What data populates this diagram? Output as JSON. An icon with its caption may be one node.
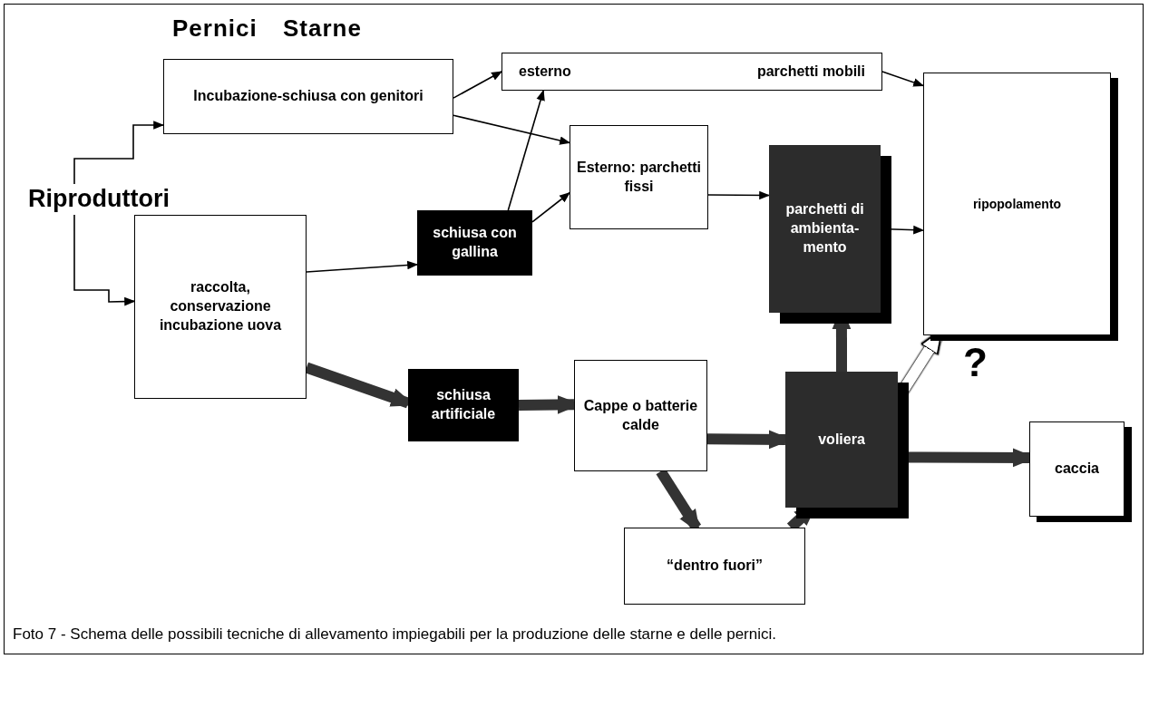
{
  "diagram": {
    "title": "Pernici Starne",
    "caption": "Foto 7 - Schema delle possibili tecniche di allevamento impiegabili per la produzione delle starne e delle pernici.",
    "nodes": [
      {
        "text": [
          "Incubazione-schiusa con genitori"
        ]
      },
      {
        "text": [
          "esterno",
          "parchetti mobili"
        ]
      },
      {
        "text": [
          "Riproduttori"
        ]
      },
      {
        "text": [
          "raccolta, conservazione incubazione uova"
        ]
      },
      {
        "text": [
          "schiusa con gallina"
        ]
      },
      {
        "text": [
          "Esterno: parchetti fissi"
        ]
      },
      {
        "text": [
          "parchetti di ambienta- mento"
        ]
      },
      {
        "text": [
          "ripopolamento"
        ]
      },
      {
        "text": [
          "schiusa artificiale"
        ]
      },
      {
        "text": [
          "Cappe o batterie calde"
        ]
      },
      {
        "text": [
          "voliera"
        ]
      },
      {
        "text": [
          "caccia"
        ]
      },
      {
        "text": [
          "“dentro fuori”"
        ]
      }
    ],
    "edges": [
      {
        "from": 0,
        "to": 1,
        "arrow": "to"
      },
      {
        "from": 0,
        "to": 5,
        "arrow": "to"
      },
      {
        "from": 2,
        "to": 0,
        "arrow": "to"
      },
      {
        "from": 2,
        "to": 3,
        "arrow": "to"
      },
      {
        "from": 3,
        "to": 4,
        "arrow": "to"
      },
      {
        "from": 4,
        "to": 1,
        "arrow": "to"
      },
      {
        "from": 4,
        "to": 5,
        "arrow": "to"
      },
      {
        "from": 5,
        "to": 6,
        "arrow": "to"
      },
      {
        "from": 1,
        "to": 7,
        "arrow": "to"
      },
      {
        "from": 6,
        "to": 7,
        "arrow": "to"
      },
      {
        "from": 3,
        "to": 8,
        "arrow": "to",
        "style": "thick"
      },
      {
        "from": 8,
        "to": 9,
        "arrow": "to",
        "style": "thick"
      },
      {
        "from": 9,
        "to": 10,
        "arrow": "to",
        "style": "thick"
      },
      {
        "from": 10,
        "to": 6,
        "arrow": "to",
        "style": "thick"
      },
      {
        "from": 10,
        "to": 7,
        "arrow": "to",
        "style": "thick",
        "color": "#ffffff"
      },
      {
        "from": 10,
        "to": 11,
        "arrow": "to",
        "style": "thick"
      },
      {
        "from": 9,
        "to": 12,
        "arrow": "to",
        "style": "thick"
      },
      {
        "from": 12,
        "to": 10,
        "arrow": "to",
        "style": "thick"
      }
    ],
    "labels": [
      "?"
    ]
  }
}
